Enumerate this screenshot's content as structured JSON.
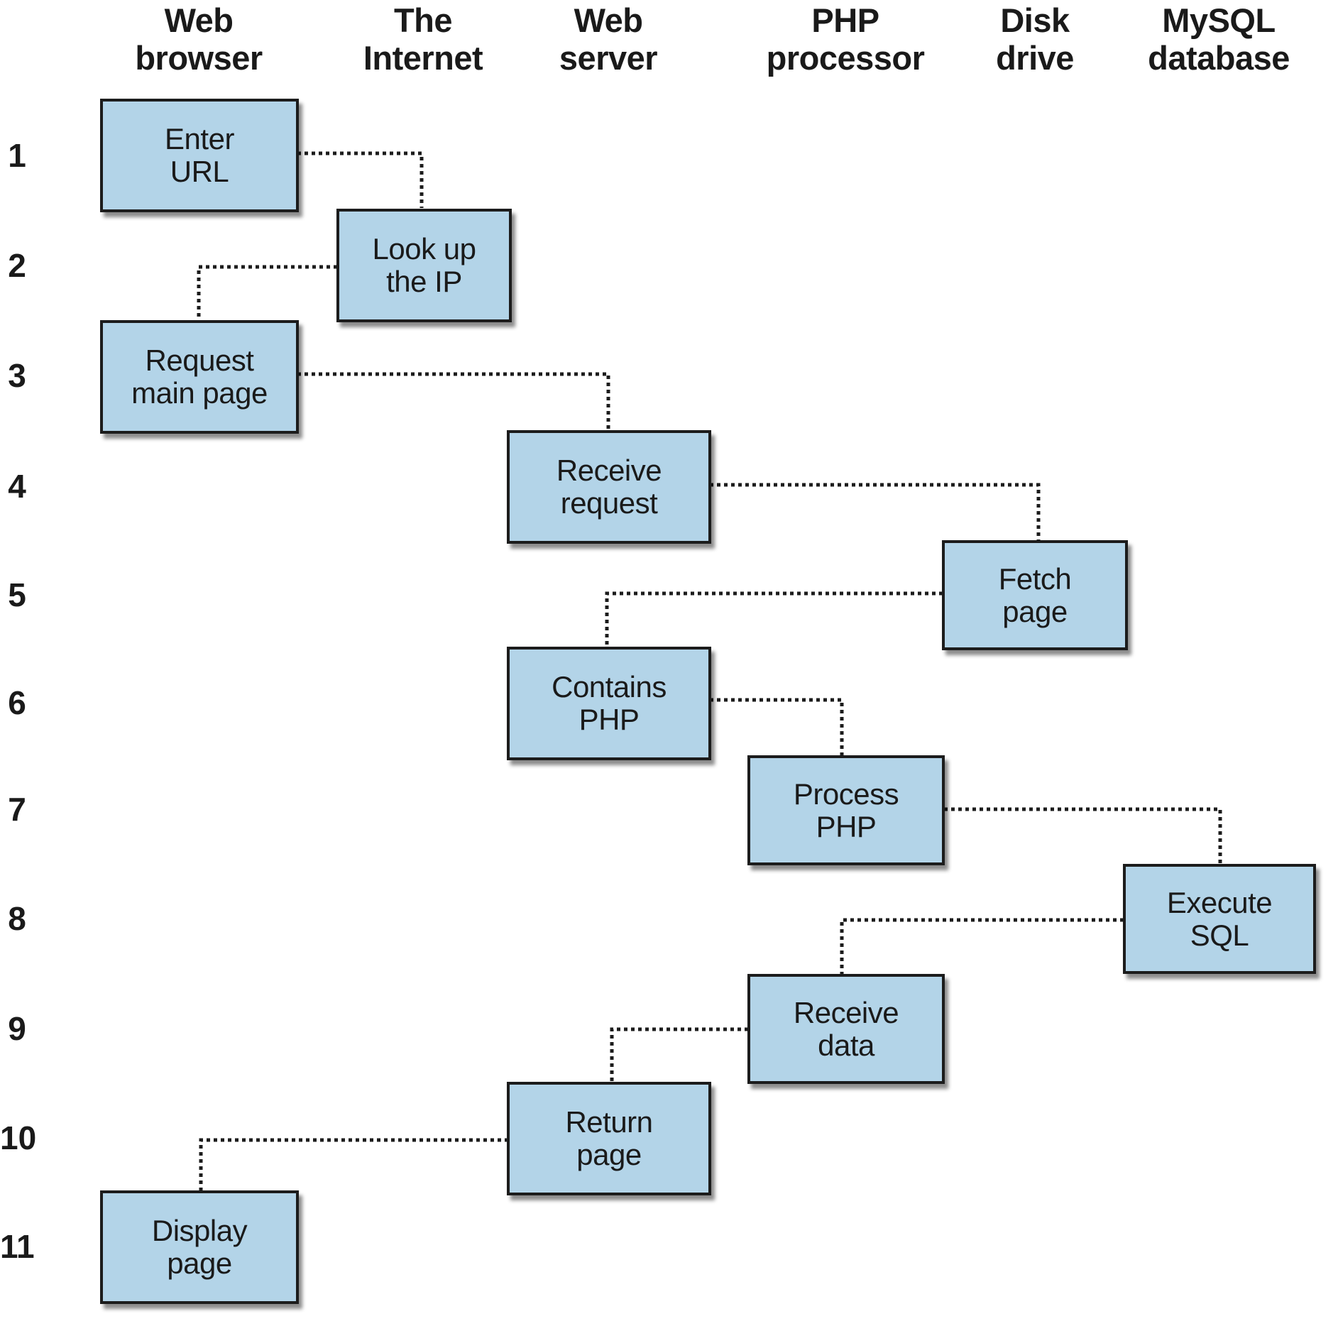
{
  "columns": [
    {
      "line1": "Web",
      "line2": "browser"
    },
    {
      "line1": "The",
      "line2": "Internet"
    },
    {
      "line1": "Web",
      "line2": "server"
    },
    {
      "line1": "PHP",
      "line2": "processor"
    },
    {
      "line1": "Disk",
      "line2": "drive"
    },
    {
      "line1": "MySQL",
      "line2": "database"
    }
  ],
  "rows": [
    "1",
    "2",
    "3",
    "4",
    "5",
    "6",
    "7",
    "8",
    "9",
    "10",
    "11"
  ],
  "steps": [
    {
      "line1": "Enter",
      "line2": "URL"
    },
    {
      "line1": "Look up",
      "line2": "the IP"
    },
    {
      "line1": "Request",
      "line2": "main page"
    },
    {
      "line1": "Receive",
      "line2": "request"
    },
    {
      "line1": "Fetch",
      "line2": "page"
    },
    {
      "line1": "Contains",
      "line2": "PHP"
    },
    {
      "line1": "Process",
      "line2": "PHP"
    },
    {
      "line1": "Execute",
      "line2": "SQL"
    },
    {
      "line1": "Receive",
      "line2": "data"
    },
    {
      "line1": "Return",
      "line2": "page"
    },
    {
      "line1": "Display",
      "line2": "page"
    }
  ],
  "colors": {
    "box_fill": "#b3d4e8",
    "box_border": "#1c1c1c",
    "connector": "#1c1c1c"
  }
}
